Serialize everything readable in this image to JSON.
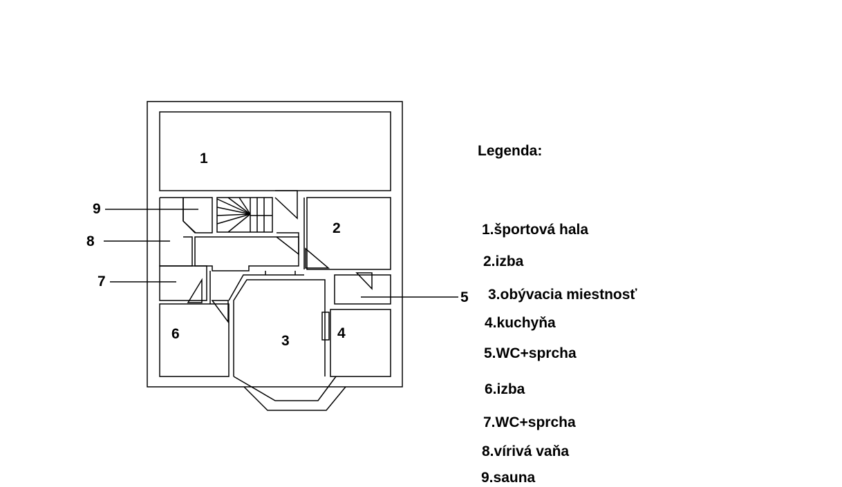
{
  "room_numbers": [
    "1",
    "2",
    "3",
    "4",
    "5",
    "6",
    "7",
    "8",
    "9"
  ],
  "legend": {
    "title": "Legenda:",
    "items": [
      "1.športová hala",
      "2.izba",
      "3.obývacia miestnosť",
      "4.kuchyňa",
      "5.WC+sprcha",
      "6.izba",
      "7.WC+sprcha",
      "8.vírivá vaňa",
      "9.sauna"
    ]
  },
  "colors": {
    "line": "#000000",
    "background": "#ffffff"
  }
}
